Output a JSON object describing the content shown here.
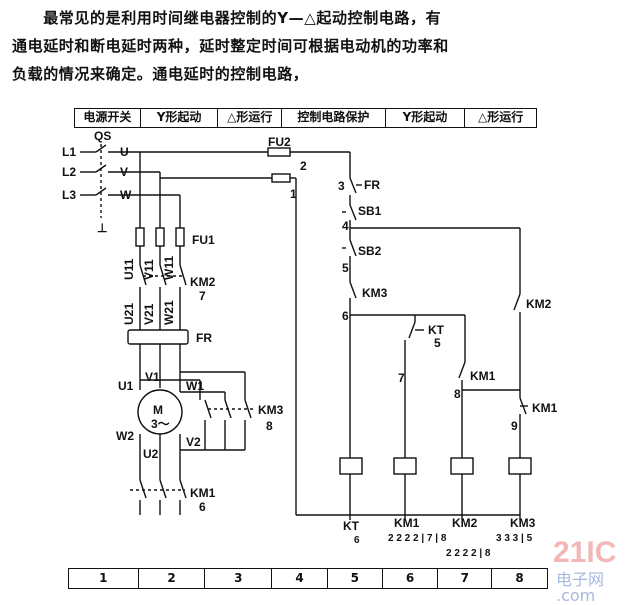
{
  "paragraph": {
    "line1": "　　最常见的是利用时间继电器控制的Y—△起动控制电路，有",
    "line2": "通电延时和断电延时两种，延时整定时间可根据电动机的功率和",
    "line3": "负载的情况来确定。通电延时的控制电路，"
  },
  "top_table": [
    "电源开关",
    "Y形起动",
    "△形运行",
    "控制电路保护",
    "Y形起动",
    "△形运行"
  ],
  "bottom_table": [
    "1",
    "2",
    "3",
    "4",
    "5",
    "6",
    "7",
    "8"
  ],
  "power": {
    "lines": [
      "L1",
      "L2",
      "L3"
    ],
    "switch": "QS",
    "phases": [
      "U",
      "V",
      "W"
    ],
    "fuse1": "FU1",
    "fuse2": "FU2",
    "ground": "⊥",
    "wires_top": [
      "U11",
      "V11",
      "W11"
    ],
    "wires_bottom": [
      "U21",
      "V21",
      "W21"
    ],
    "km2": "KM2",
    "km2_col": "7",
    "fr": "FR",
    "km3": "KM3",
    "km3_col": "8",
    "km1": "KM1",
    "km1_col": "6"
  },
  "motor": {
    "label": "M",
    "sub": "3～",
    "terminals": [
      "U1",
      "V1",
      "W1",
      "W2",
      "U2",
      "V2"
    ]
  },
  "control": {
    "node_labels": [
      "2",
      "1",
      "3",
      "4",
      "5",
      "6",
      "7",
      "8",
      "9"
    ],
    "fr_contact": "FR",
    "sb1": "SB1",
    "sb2": "SB2",
    "km3_contact": "KM3",
    "kt_contact": "KT",
    "kt_col": "5",
    "km1_contact_a": "KM1",
    "km1_contact_b": "KM1",
    "km2_contact": "KM2",
    "coils": [
      {
        "label": "KT",
        "refs": "6"
      },
      {
        "label": "KM1",
        "refs": "2 2 2 2 | 7 | 8"
      },
      {
        "label": "KM2",
        "refs": "2 2 2 2 | 8"
      },
      {
        "label": "KM3",
        "refs": "3 3 3 | 5"
      }
    ]
  },
  "watermark": {
    "num": "21IC",
    "cn": "电子网",
    "dom": ".com"
  }
}
